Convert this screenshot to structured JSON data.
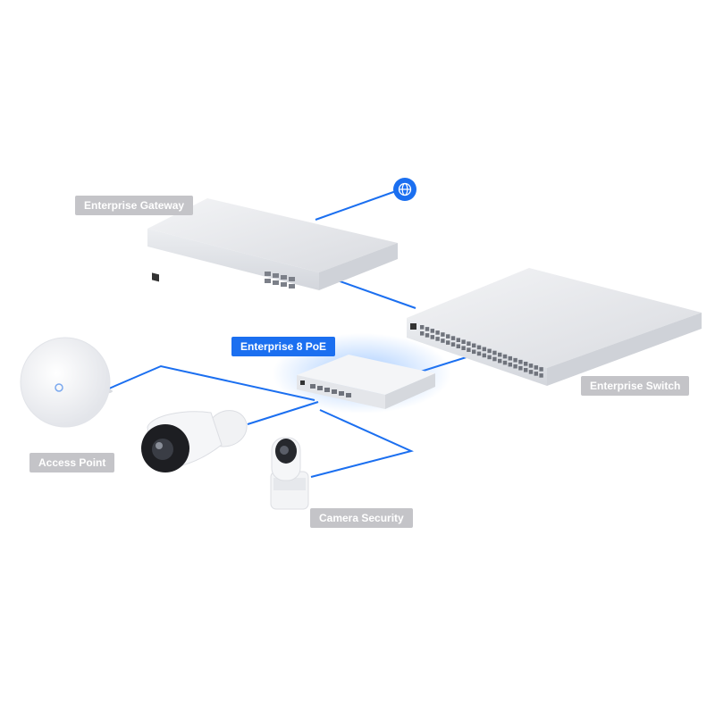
{
  "labels": {
    "gateway": "Enterprise Gateway",
    "poe": "Enterprise 8 PoE",
    "switch": "Enterprise Switch",
    "access_point": "Access Point",
    "camera": "Camera Security"
  },
  "colors": {
    "link": "#1b6ff0",
    "label_gray": "#c4c4c8",
    "label_active": "#1b6ff0",
    "device_body": "#e9eaee",
    "device_dark": "#c9ccd3"
  },
  "icons": {
    "internet": "globe-icon"
  }
}
